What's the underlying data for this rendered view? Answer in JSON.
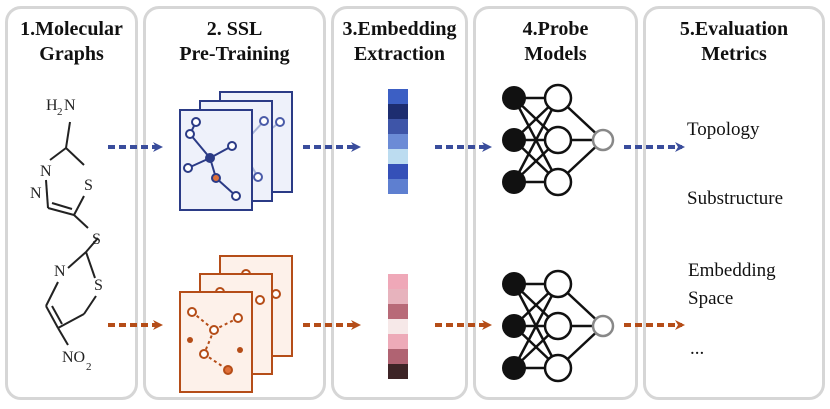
{
  "panels": [
    {
      "title_line1": "1.Molecular",
      "title_line2": "Graphs"
    },
    {
      "title_line1": "2. SSL",
      "title_line2": "Pre-Training"
    },
    {
      "title_line1": "3.Embedding",
      "title_line2": "Extraction"
    },
    {
      "title_line1": "4.Probe",
      "title_line2": "Models"
    },
    {
      "title_line1": "5.Evaluation",
      "title_line2": "Metrics"
    }
  ],
  "molecule": {
    "amine_h": "H",
    "amine_sub": "2",
    "amine_n": "N",
    "ring1_n_a": "N",
    "ring1_n_b": "N",
    "ring1_s": "S",
    "bridge_s": "S",
    "ring2_n": "N",
    "ring2_s": "S",
    "nitro_no": "NO",
    "nitro_sub": "2"
  },
  "metrics": {
    "topology": "Topology",
    "substructure": "Substructure",
    "embedding_line1": "Embedding",
    "embedding_line2": "Space",
    "ellipsis": "..."
  },
  "colors": {
    "blue_accent": "#3a4d9c",
    "orange_accent": "#b54d18",
    "panel_border": "#d6d6d6",
    "blue_embedding": [
      "#3c5fc4",
      "#1d2d70",
      "#3e55a8",
      "#6b8bd6",
      "#bcdcf0",
      "#3550b8",
      "#5e7fd0"
    ],
    "red_embedding": [
      "#efa8b8",
      "#e7b3bd",
      "#b86a78",
      "#f6e8e8",
      "#edaab8",
      "#b06372",
      "#3d2426"
    ]
  },
  "icons": [
    "dashed-arrow-icon",
    "graph-layer-icon",
    "neural-network-icon"
  ]
}
